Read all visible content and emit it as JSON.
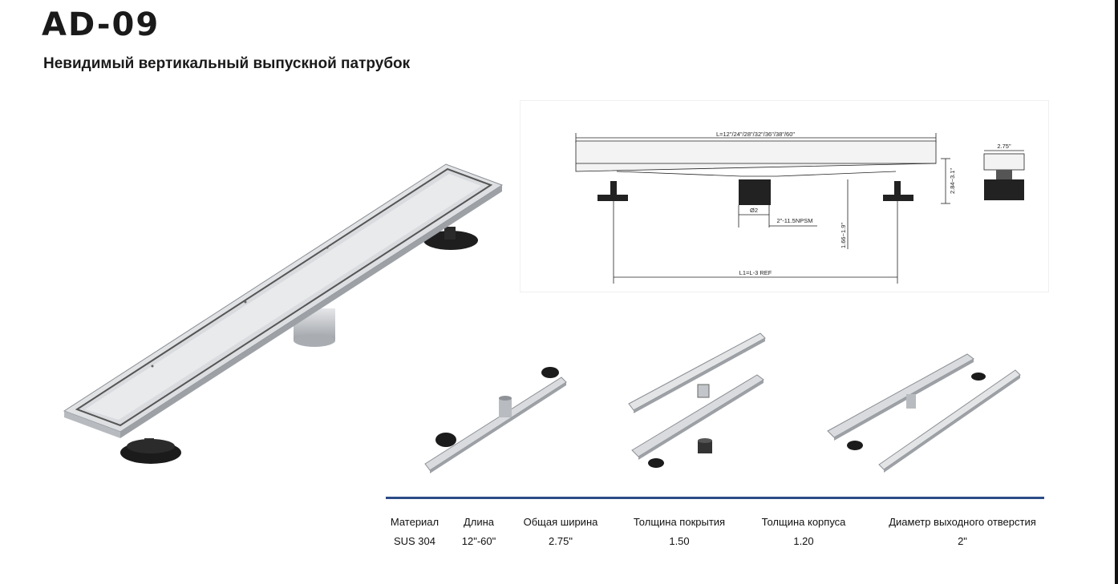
{
  "header": {
    "model": "AD-09",
    "subtitle": "Невидимый вертикальный выпускной патрубок"
  },
  "drawing": {
    "length_label": "L=12\"/24\"/28\"/32\"/36\"/38\"/60\"",
    "outlet_diameter_label": "Ø2",
    "thread_label": "2\"-11.5NPSM",
    "height_label": "2.84~3.1\"",
    "leg_label": "1.66~1.9\"",
    "ref_label": "L1=L-3  REF",
    "width_label": "2.75\""
  },
  "specs": [
    {
      "label": "Материал",
      "value": "SUS 304"
    },
    {
      "label": "Длина",
      "value": "12\"-60\""
    },
    {
      "label": "Общая ширина",
      "value": "2.75\""
    },
    {
      "label": "Толщина покрытия",
      "value": "1.50"
    },
    {
      "label": "Толщина корпуса",
      "value": "1.20"
    },
    {
      "label": "Диаметр выходного отверстия",
      "value": "2\""
    }
  ],
  "colors": {
    "divider": "#2c4c87",
    "steel": "#d7d9dc",
    "steel_dark": "#9a9ea3",
    "rubber": "#1e1e1e"
  }
}
